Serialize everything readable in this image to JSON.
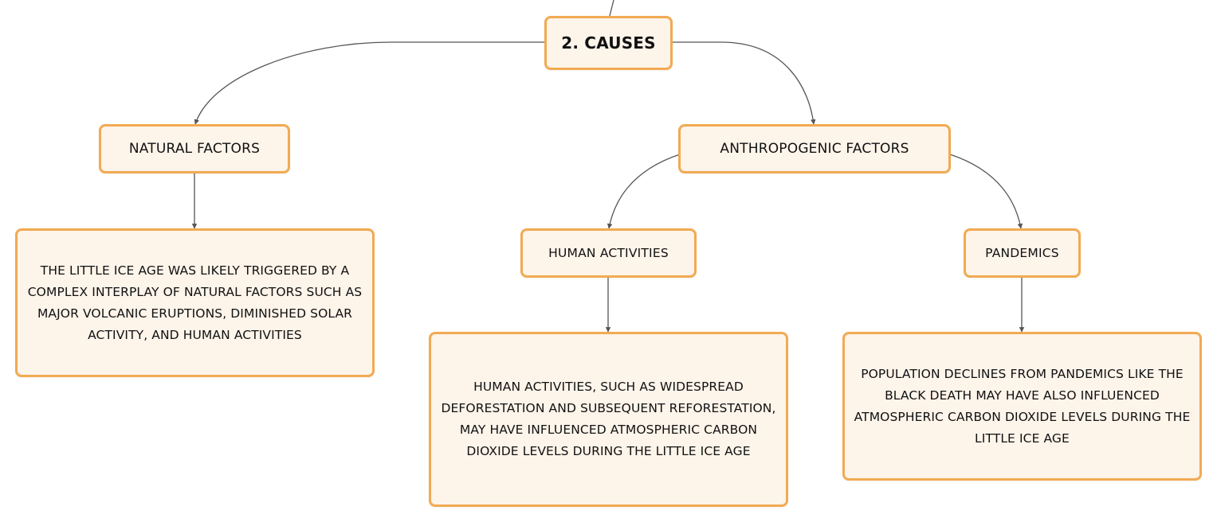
{
  "diagram": {
    "root": {
      "label": "2. CAUSES"
    },
    "natural": {
      "label": "NATURAL FACTORS",
      "description": "THE LITTLE ICE AGE WAS LIKELY TRIGGERED BY A COMPLEX INTERPLAY OF NATURAL FACTORS SUCH AS MAJOR VOLCANIC ERUPTIONS, DIMINISHED SOLAR ACTIVITY, AND HUMAN ACTIVITIES"
    },
    "anthropogenic": {
      "label": "ANTHROPOGENIC FACTORS",
      "human_activities": {
        "label": "HUMAN ACTIVITIES",
        "description": "HUMAN ACTIVITIES, SUCH AS WIDESPREAD DEFORESTATION AND SUBSEQUENT REFORESTATION, MAY HAVE INFLUENCED ATMOSPHERIC CARBON DIOXIDE LEVELS DURING THE LITTLE ICE AGE"
      },
      "pandemics": {
        "label": "PANDEMICS",
        "description": "POPULATION DECLINES FROM PANDEMICS LIKE THE BLACK DEATH MAY HAVE ALSO INFLUENCED ATMOSPHERIC CARBON DIOXIDE LEVELS DURING THE LITTLE ICE AGE"
      }
    },
    "colors": {
      "node_border": "#f2aa52",
      "node_fill": "#fdf4ea",
      "connector": "#555555"
    }
  }
}
